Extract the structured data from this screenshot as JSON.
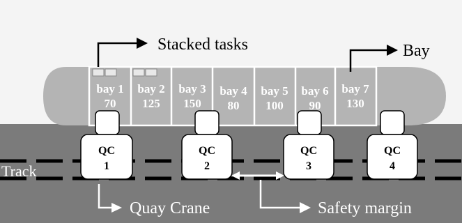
{
  "labels": {
    "stacked_tasks": "Stacked tasks",
    "bay": "Bay",
    "track": "Track",
    "quay_crane": "Quay Crane",
    "safety_margin": "Safety margin"
  },
  "bays": [
    {
      "name": "bay 1",
      "value": "70"
    },
    {
      "name": "bay 2",
      "value": "125"
    },
    {
      "name": "bay 3",
      "value": "150"
    },
    {
      "name": "bay 4",
      "value": "80"
    },
    {
      "name": "bay 5",
      "value": "100"
    },
    {
      "name": "bay 6",
      "value": "90"
    },
    {
      "name": "bay 7",
      "value": "130"
    }
  ],
  "cranes": [
    {
      "top": "QC",
      "num": "1"
    },
    {
      "top": "QC",
      "num": "2"
    },
    {
      "top": "QC",
      "num": "3"
    },
    {
      "top": "QC",
      "num": "4"
    }
  ],
  "colors": {
    "sky": "#f4f4f4",
    "sea": "#7b7b7b",
    "ship": "#b4b4b4",
    "grid": "#ffffff",
    "crane": "#ffffff",
    "track": "#000000"
  }
}
